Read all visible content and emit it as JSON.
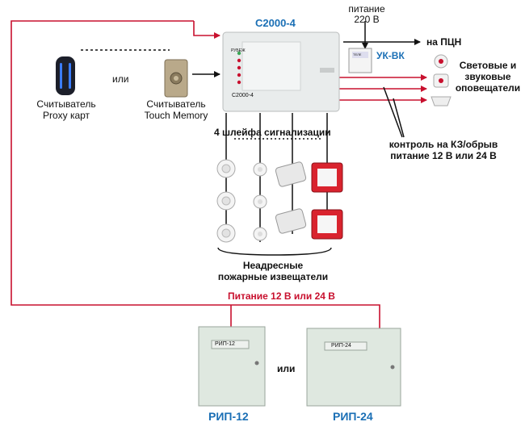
{
  "colors": {
    "red_line": "#c8102e",
    "black_line": "#111111",
    "device_blue": "#1a6fb5",
    "device_red_text": "#c8102e",
    "panel_fill": "#e9ecec",
    "cabinet_fill": "#dfe8e0",
    "call_point_red": "#d9232e"
  },
  "controller": {
    "name": "С2000-4",
    "front_label": "С2000-4",
    "brand": "РУБЕЖ"
  },
  "power": {
    "supply_label": "питание",
    "supply_voltage": "220 В"
  },
  "module": {
    "name": "УК-ВК",
    "brand": "ТЕЛЕ"
  },
  "outputs": {
    "pcn": "на ПЦН",
    "notifiers_line1": "Световые и",
    "notifiers_line2": "звуковые",
    "notifiers_line3": "оповещатели"
  },
  "control": {
    "line1": "контроль на КЗ/обрыв",
    "line2": "питание 12 В или 24 В"
  },
  "readers": {
    "proxy_line1": "Считыватель",
    "proxy_line2": "Proxy карт",
    "or": "или",
    "touch_line1": "Считыватель",
    "touch_line2": "Touch Memory"
  },
  "loops": {
    "title": "4 шлейфа сигнализации"
  },
  "detectors": {
    "line1": "Неадресные",
    "line2": "пожарные извещатели"
  },
  "supply_bus": {
    "label": "Питание 12 В или 24 В"
  },
  "psu": {
    "left_name": "РИП-12",
    "left_plate": "РИП-12",
    "or": "или",
    "right_name": "РИП-24",
    "right_plate": "РИП-24"
  }
}
